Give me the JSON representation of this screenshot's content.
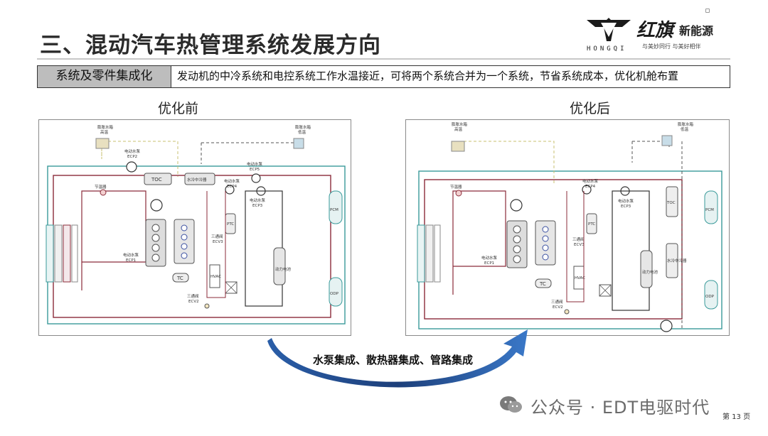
{
  "slide": {
    "title": "三、混动汽车热管理系统发展方向",
    "section_tag": "系统及零件集成化",
    "section_desc": "发动机的中冷系统和电控系统工作水温接近，可将两个系统合并为一个系统，节省系统成本，优化机舱布置",
    "caption_before": "优化前",
    "caption_after": "优化后",
    "arrow_text": "水泵集成、散热器集成、管路集成",
    "page_num": "第 13 页"
  },
  "logo": {
    "mark_text": "HONGQI",
    "script": "红旗",
    "brand": "新能源",
    "slogan": "与美妙同行  与美好相伴"
  },
  "watermark": {
    "text": "公众号 · EDT电驱时代"
  },
  "diagram_before": {
    "tank_hot_1": "膨胀水箱",
    "tank_hot_2": "高温",
    "tank_low_1": "膨胀水箱",
    "tank_low_2": "低温",
    "ecp2_1": "电动水泵",
    "ecp2_2": "ECP2",
    "toc": "TOC",
    "water_intercooler": "水冷中冷器",
    "ecp5_1": "电动水泵",
    "ecp5_2": "ECP5",
    "thermostat": "节温器",
    "ecp4_1": "电动水泵",
    "ecp4_2": "ECP4",
    "ecp3_1": "电动水泵",
    "ecp3_2": "ECP3",
    "pcm": "PCM",
    "ecv3_1": "三通阀",
    "ecv3_2": "ECV3",
    "ptc": "PTC",
    "ecp1_1": "电动水泵",
    "ecp1_2": "ECP1",
    "tc": "TC",
    "hvac": "HVAC",
    "battery": "动力电池",
    "ecv2_1": "三通阀",
    "ecv2_2": "ECV2",
    "odp": "ODP"
  },
  "diagram_after": {
    "tank_hot_1": "膨胀水箱",
    "tank_hot_2": "高温",
    "tank_low_1": "膨胀水箱",
    "tank_low_2": "低温",
    "thermostat": "节温器",
    "ecp4_1": "电动水泵",
    "ecp4_2": "ECP4",
    "ecp3_1": "电动水泵",
    "ecp3_2": "ECP3",
    "toc": "TOC",
    "pcm": "PCM",
    "ptc": "PTC",
    "ecv3_1": "三通阀",
    "ecv3_2": "ECV3",
    "ecp1_1": "电动水泵",
    "ecp1_2": "ECP1",
    "tc": "TC",
    "hvac": "HVAC",
    "battery": "动力电池",
    "intercooler": "水冷中冷器",
    "ecv2_1": "三通阀",
    "ecv2_2": "ECV2",
    "odp": "ODP"
  }
}
